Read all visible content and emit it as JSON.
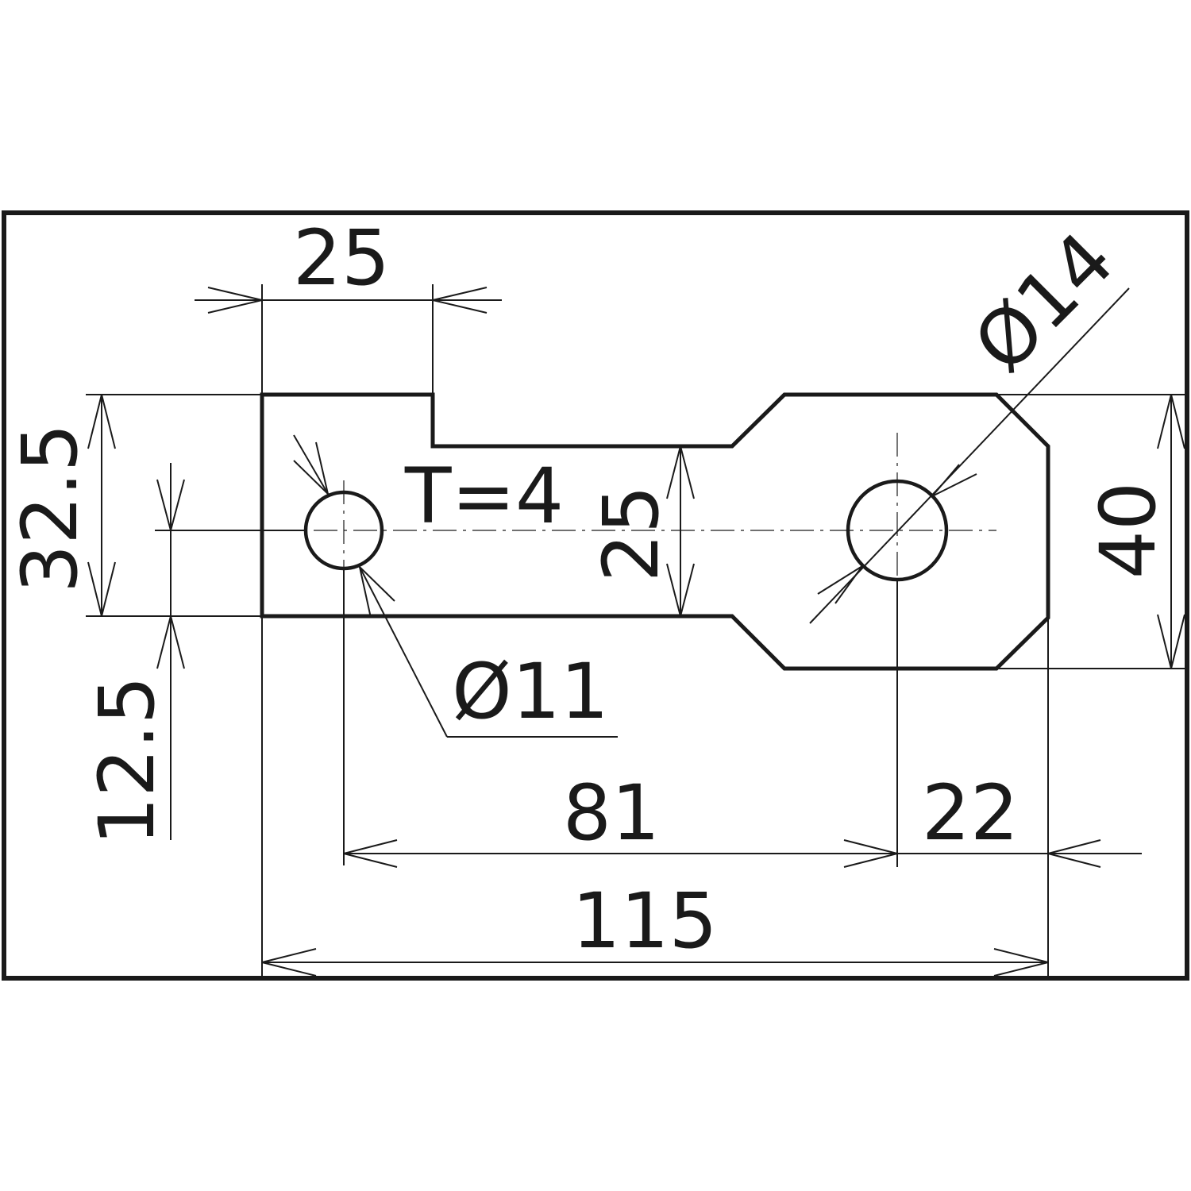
{
  "drawing": {
    "thickness_label": "T=4",
    "dimensions": {
      "top_tab_width": "25",
      "left_height": "32.5",
      "hole_offset": "12.5",
      "neck_height": "25",
      "right_height": "40",
      "small_hole_diameter": "Ø11",
      "large_hole_diameter": "Ø14",
      "hole_spacing": "81",
      "right_edge_offset": "22",
      "overall_length": "115"
    }
  }
}
